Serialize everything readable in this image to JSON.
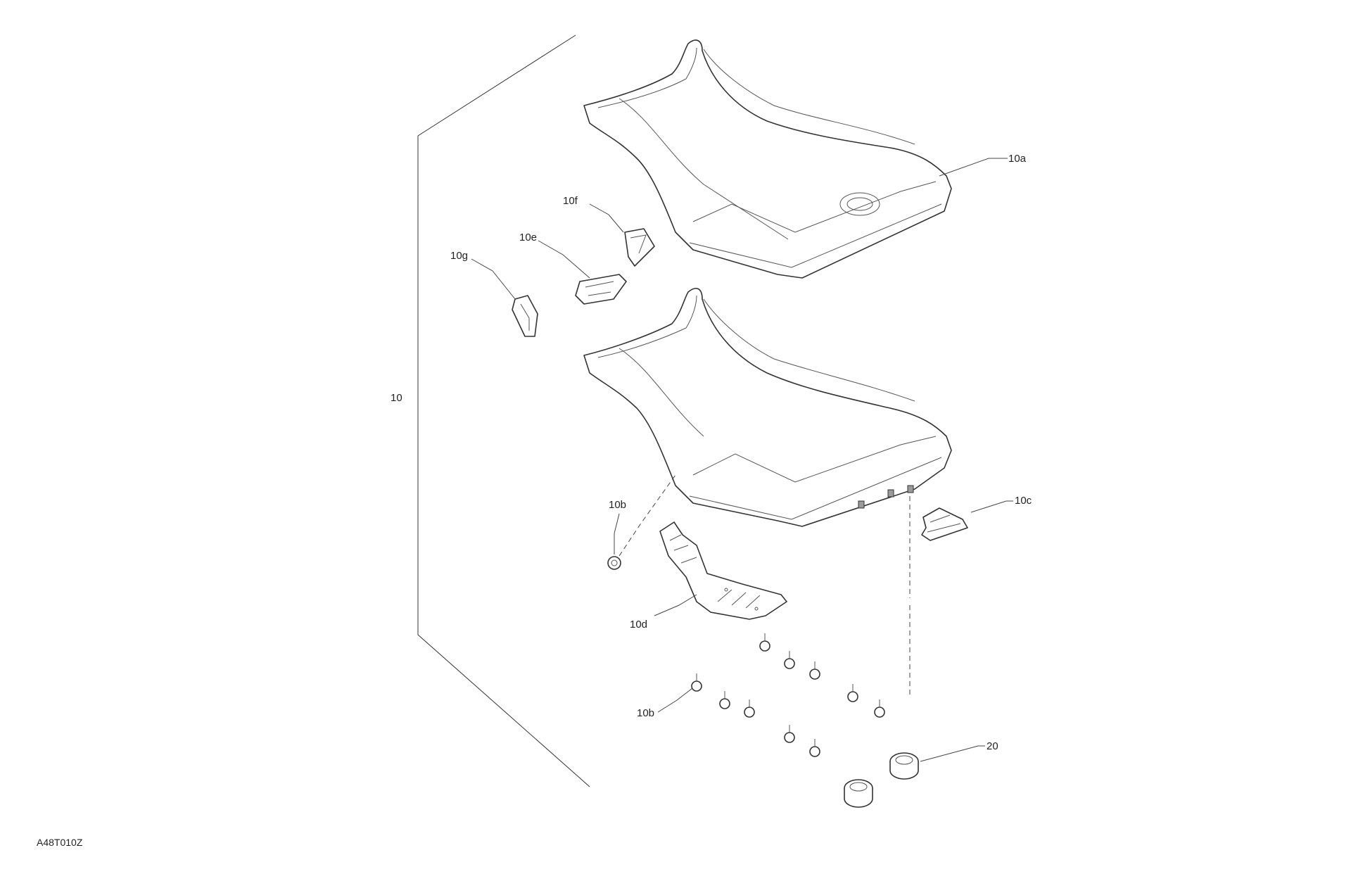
{
  "diagram": {
    "reference_code": "A48T010Z",
    "labels": {
      "group": "10",
      "seat_cover": "10a",
      "nut_upper": "10b",
      "nut_lower": "10b",
      "latch": "10c",
      "insert": "10d",
      "clip_e": "10e",
      "clip_f": "10f",
      "clip_g": "10g",
      "bumper": "20"
    }
  }
}
